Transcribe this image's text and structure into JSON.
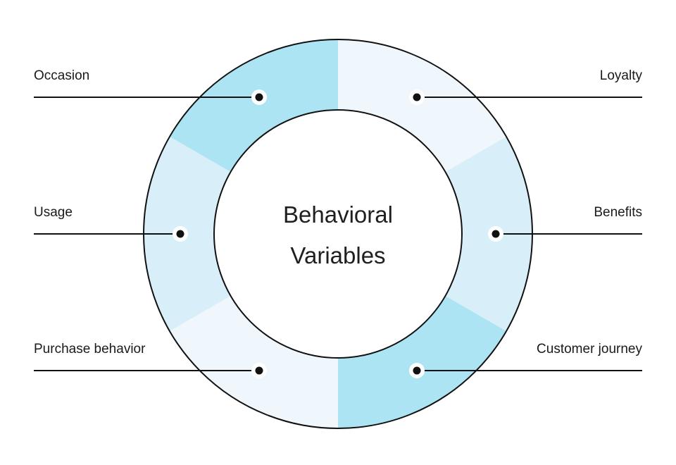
{
  "page": {
    "background": "#ffffff"
  },
  "title": {
    "line1": "Behavioral",
    "line2": "Variables"
  },
  "palette": {
    "segment_cyan": "#ace4f3",
    "segment_light_blue": "#d8eef8",
    "segment_pale_blue": "#eff7fc",
    "outline": "#111111",
    "halo": "#ffffff",
    "text": "#1a1a1a"
  },
  "donut": {
    "segments": [
      {
        "label": "Occasion",
        "color": "#ace4f3",
        "position": "top-left"
      },
      {
        "label": "Loyalty",
        "color": "#eff7fc",
        "position": "top-right"
      },
      {
        "label": "Usage",
        "color": "#d8eef8",
        "position": "middle-left"
      },
      {
        "label": "Benefits",
        "color": "#d8eef8",
        "position": "middle-right"
      },
      {
        "label": "Purchase behavior",
        "color": "#eff7fc",
        "position": "bottom-left"
      },
      {
        "label": "Customer journey",
        "color": "#ace4f3",
        "position": "bottom-right"
      }
    ]
  }
}
